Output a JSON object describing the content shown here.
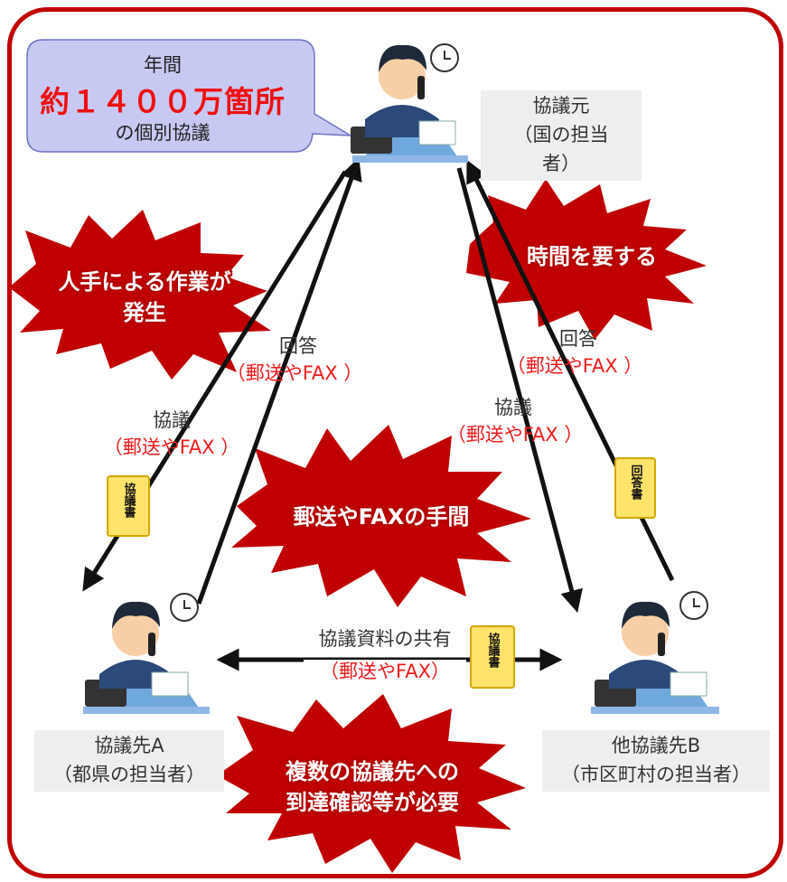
{
  "callout": {
    "line1": "年間",
    "big": "約１４００万箇所",
    "line3": "の個別協議"
  },
  "origin_box": {
    "line1": "協議元",
    "line2": "（国の担当",
    "line3": "者）"
  },
  "party_a": {
    "line1": "協議先A",
    "line2": "（都県の担当者）"
  },
  "party_b": {
    "line1": "他協議先B",
    "line2": "（市区町村の担当者）"
  },
  "edges": {
    "a_reply": {
      "label": "回答",
      "method": "（郵送やFAX ）"
    },
    "a_consult": {
      "label": "協議",
      "method": "（郵送やFAX ）"
    },
    "b_reply": {
      "label": "回答",
      "method": "（郵送やFAX ）"
    },
    "b_consult": {
      "label": "協議",
      "method": "（郵送やFAX ）"
    },
    "share": {
      "label": "協議資料の共有",
      "method": "（郵送やFAX）"
    }
  },
  "bursts": {
    "manual": [
      "人手による作業が",
      "発生"
    ],
    "time": "時間を要する",
    "mail": "郵送やFAXの手間",
    "confirm": [
      "複数の協議先への",
      "到達確認等が必要"
    ]
  },
  "documents": {
    "consult_doc": "協議書",
    "reply_doc": "回答書",
    "share_doc": "協議書"
  },
  "colors": {
    "frame": "#c00000",
    "burst_fill": "#c00000",
    "method_text": "#ee1c1c",
    "callout_fill": "#c7c9f2",
    "document": "#ffe36b"
  }
}
